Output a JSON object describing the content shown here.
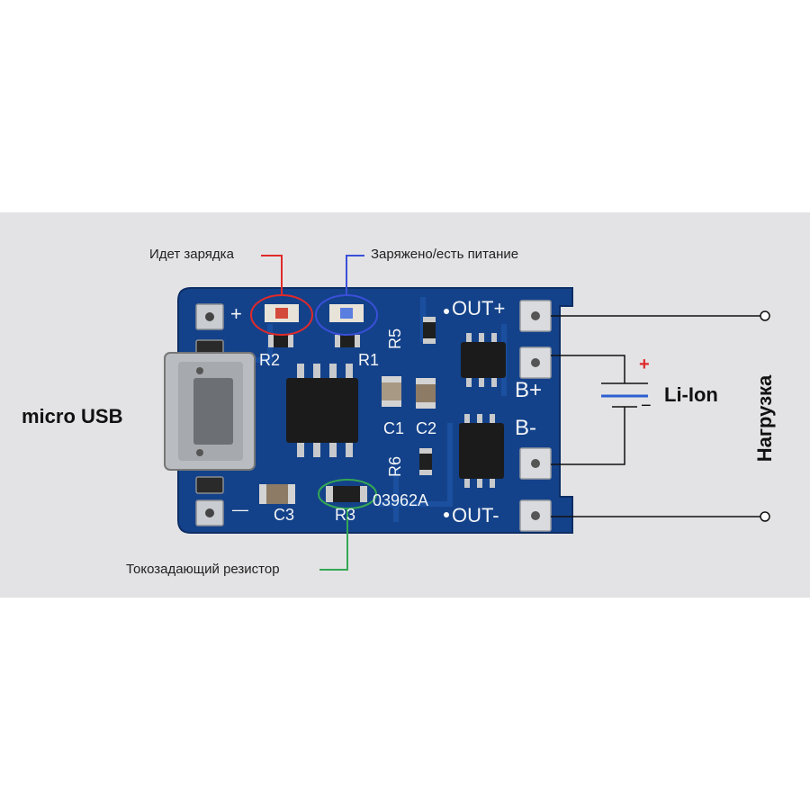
{
  "annotations": {
    "charging_led": "Идет зарядка",
    "charged_led": "Заряжено/есть питание",
    "current_resistor": "Токозадающий резистор"
  },
  "side_labels": {
    "usb": "micro USB",
    "battery": "Li-Ion",
    "load": "Нагрузка"
  },
  "silkscreen": {
    "out_plus": "OUT+",
    "out_minus": "OUT-",
    "b_plus": "B+",
    "b_minus": "B-",
    "r1": "R1",
    "r2": "R2",
    "r3": "R3",
    "r5": "R5",
    "r6": "R6",
    "c1": "C1",
    "c2": "C2",
    "c3": "C3",
    "chip_mark": "03962A",
    "plus": "+",
    "minus": "—"
  },
  "battery_symbol": {
    "plus": "+",
    "minus": "−"
  },
  "colors": {
    "background": "#ffffff",
    "photo_bg": "#e4e4e6",
    "pcb": "#123f86",
    "red_marker": "#e02a2a",
    "blue_marker": "#3a4fd8",
    "green_marker": "#34a853"
  }
}
